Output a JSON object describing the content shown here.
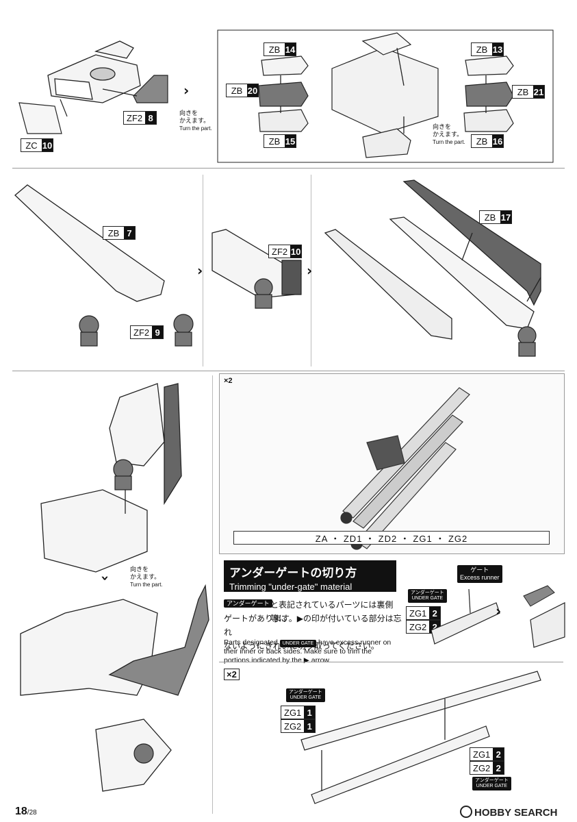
{
  "step1": {
    "labels": {
      "zc10": {
        "code": "ZC",
        "num": "10"
      },
      "zf2_8": {
        "code": "ZF2",
        "num": "8"
      },
      "zb14": {
        "code": "ZB",
        "num": "14"
      },
      "zb20": {
        "code": "ZB",
        "num": "20"
      },
      "zb15": {
        "code": "ZB",
        "num": "15"
      },
      "zb13": {
        "code": "ZB",
        "num": "13"
      },
      "zb21": {
        "code": "ZB",
        "num": "21"
      },
      "zb16": {
        "code": "ZB",
        "num": "16"
      }
    },
    "turn_note_jp1": "向きを",
    "turn_note_jp2": "かえます。",
    "turn_note_en": "Turn the part."
  },
  "step2": {
    "labels": {
      "zb7": {
        "code": "ZB",
        "num": "7"
      },
      "zf2_9": {
        "code": "ZF2",
        "num": "9"
      },
      "zf2_10": {
        "code": "ZF2",
        "num": "10"
      },
      "zb17": {
        "code": "ZB",
        "num": "17"
      }
    }
  },
  "photo": {
    "corner_mark": "×2",
    "parts_list": "ZA ・ ZD1 ・ ZD2 ・ ZG1 ・ ZG2"
  },
  "undergate": {
    "heading_jp": "アンダーゲートの切り方",
    "heading_en": "Trimming \"under-gate\" material",
    "tag_jp": "アンダーゲート",
    "tag_en": "UNDER GATE",
    "body_jp_1": "と表記されているパーツには裏側等に",
    "body_jp_2": "ゲートがあります。▶の印が付いている部分は忘れ",
    "body_jp_3": "ないようにきれいに切り取ってください。",
    "body_en_1": "Parts designated",
    "body_en_2": "have excess runner on",
    "body_en_3": "their inner or back sides. Make sure to trim the",
    "body_en_4": "portions indicated by the ▶ arrow.",
    "gate_label_jp": "ゲート",
    "gate_label_en": "Excess runner",
    "labels": {
      "zg1_2": {
        "code": "ZG1",
        "num": "2"
      },
      "zg2_2": {
        "code": "ZG2",
        "num": "2"
      }
    }
  },
  "step4": {
    "multiplier": "×2",
    "labels": {
      "zg1_1": {
        "code": "ZG1",
        "num": "1"
      },
      "zg2_1": {
        "code": "ZG2",
        "num": "1"
      },
      "zg1_2b": {
        "code": "ZG1",
        "num": "2"
      },
      "zg2_2b": {
        "code": "ZG2",
        "num": "2"
      }
    }
  },
  "footer": {
    "page_num": "18",
    "page_total": "/28",
    "watermark": "HOBBY SEARCH"
  }
}
